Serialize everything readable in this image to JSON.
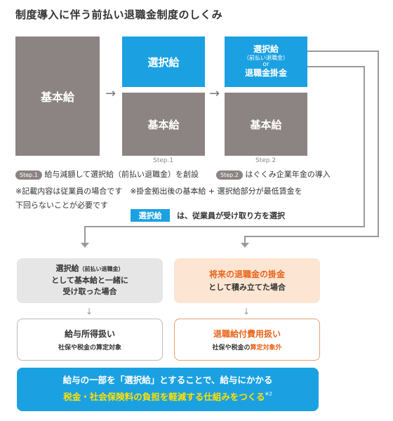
{
  "title": "制度導入に伴う前払い退職金制度のしくみ",
  "col1": {
    "label": "基本給"
  },
  "col2": {
    "top": "選択給",
    "bottom": "基本給",
    "caption": "Step.1"
  },
  "col3": {
    "line1": "選択給",
    "line2": "（前払い退職金）",
    "line3": "or",
    "line4": "退職金掛金",
    "bottom": "基本給",
    "caption": "Step.2"
  },
  "steps": {
    "s1_badge": "Step.1",
    "s1_text": "給与減額して選択給（前払い退職金）を創設",
    "s2_badge": "Step.2",
    "s2_text": "はぐくみ企業年金の導入"
  },
  "notes": {
    "line1": "※記載内容は従業員の場合です　※掛金拠出後の基本給 + 選択給部分が最低賃金を",
    "line2": "下回らないことが必要です"
  },
  "select_row": {
    "badge": "選択給",
    "text": "は、従業員が受け取り方を選択"
  },
  "left_branch": {
    "top_l1": "選択給",
    "top_l1_small": "（前払い退職金）",
    "top_l2": "として基本給と一緒に",
    "top_l3": "受け取った場合",
    "bottom_title": "給与所得扱い",
    "bottom_sub": "社保や税金の算定対象"
  },
  "right_branch": {
    "top_l1": "将来の退職金の掛金",
    "top_l2": "として積み立てた場合",
    "bottom_title": "退職給付費用扱い",
    "bottom_sub_a": "社保や税金の",
    "bottom_sub_b": "算定対象外"
  },
  "banner": {
    "line1": "給与の一部を「選択給」とすることで、給与にかかる",
    "line2": "税金・社会保険料の負担を軽減する仕組みをつくる",
    "note": "※2"
  },
  "colors": {
    "gray": "#8c8482",
    "blue": "#1ba1e2",
    "orange": "#e8641b",
    "yellow": "#ffe000"
  }
}
